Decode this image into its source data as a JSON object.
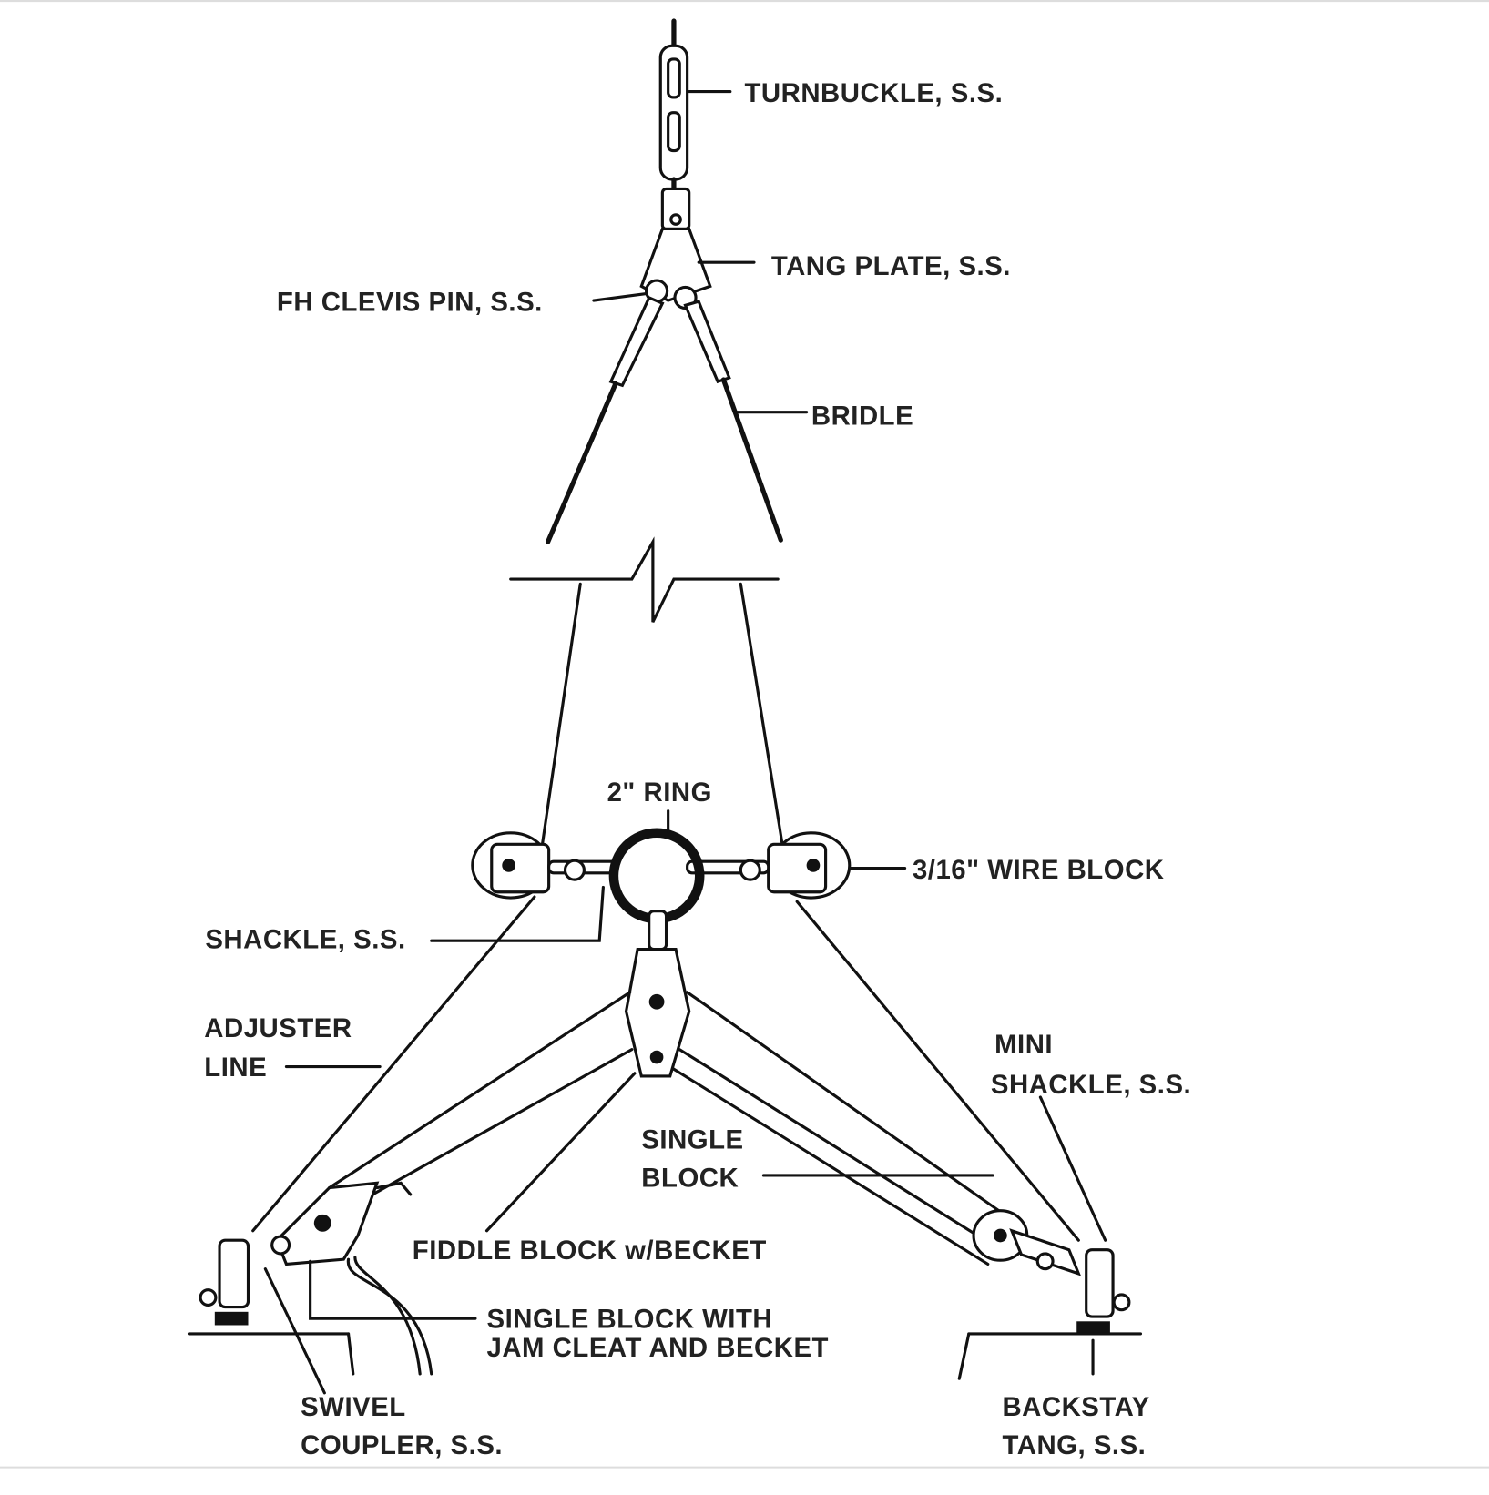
{
  "labels": {
    "turnbuckle": "TURNBUCKLE, S.S.",
    "tang_plate": "TANG PLATE, S.S.",
    "clevis_pin": "FH CLEVIS PIN, S.S.",
    "bridle": "BRIDLE",
    "ring": "2\" RING",
    "wire_block": "3/16\" WIRE BLOCK",
    "shackle": "SHACKLE, S.S.",
    "adjuster_line": [
      "ADJUSTER",
      "LINE"
    ],
    "mini_shackle": [
      "MINI",
      "SHACKLE, S.S."
    ],
    "single_block": [
      "SINGLE",
      "BLOCK"
    ],
    "fiddle_block": "FIDDLE BLOCK w/BECKET",
    "single_block_jam": [
      "SINGLE BLOCK WITH",
      "JAM CLEAT AND BECKET"
    ],
    "swivel_coupler": [
      "SWIVEL",
      "COUPLER, S.S."
    ],
    "backstay_tang": [
      "BACKSTAY",
      "TANG, S.S."
    ]
  }
}
